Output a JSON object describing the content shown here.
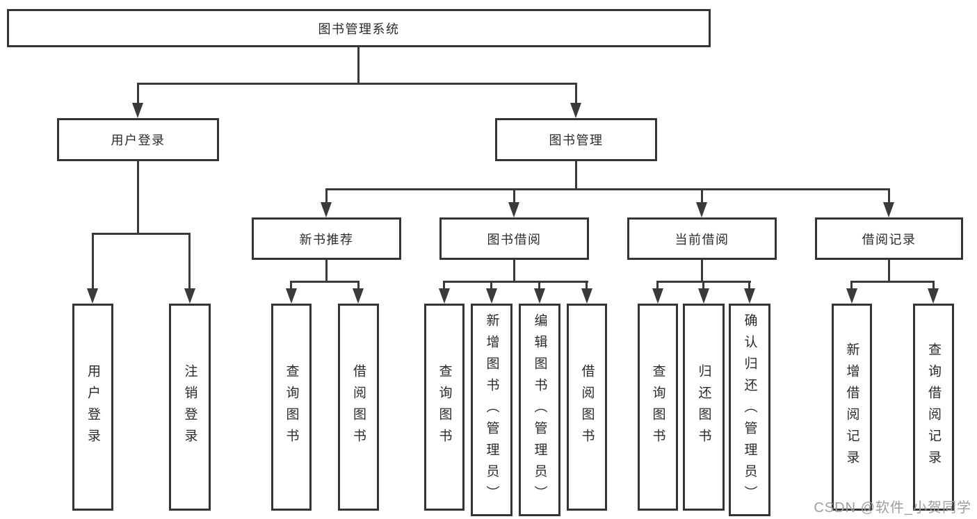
{
  "diagram": {
    "root": {
      "label": "图书管理系统"
    },
    "branches": [
      {
        "label": "用户登录",
        "leaves": [
          {
            "label": "用户登录"
          },
          {
            "label": "注销登录"
          }
        ]
      },
      {
        "label": "图书管理",
        "groups": [
          {
            "label": "新书推荐",
            "leaves": [
              {
                "label": "查询图书"
              },
              {
                "label": "借阅图书"
              }
            ]
          },
          {
            "label": "图书借阅",
            "leaves": [
              {
                "label": "查询图书"
              },
              {
                "label": "新增图书（管理员）"
              },
              {
                "label": "编辑图书（管理员）"
              },
              {
                "label": "借阅图书"
              }
            ]
          },
          {
            "label": "当前借阅",
            "leaves": [
              {
                "label": "查询图书"
              },
              {
                "label": "归还图书"
              },
              {
                "label": "确认归还（管理员）"
              }
            ]
          },
          {
            "label": "借阅记录",
            "leaves": [
              {
                "label": "新增借阅记录"
              },
              {
                "label": "查询借阅记录"
              }
            ]
          }
        ]
      }
    ]
  },
  "watermark": {
    "text": "CSDN @软件_小贺同学"
  },
  "colors": {
    "background": "#ffffff",
    "box_border": "#343434",
    "connector_line": "#3a3a3a",
    "text": "#2b2b2b",
    "watermark_text": "#9e9e9e"
  }
}
